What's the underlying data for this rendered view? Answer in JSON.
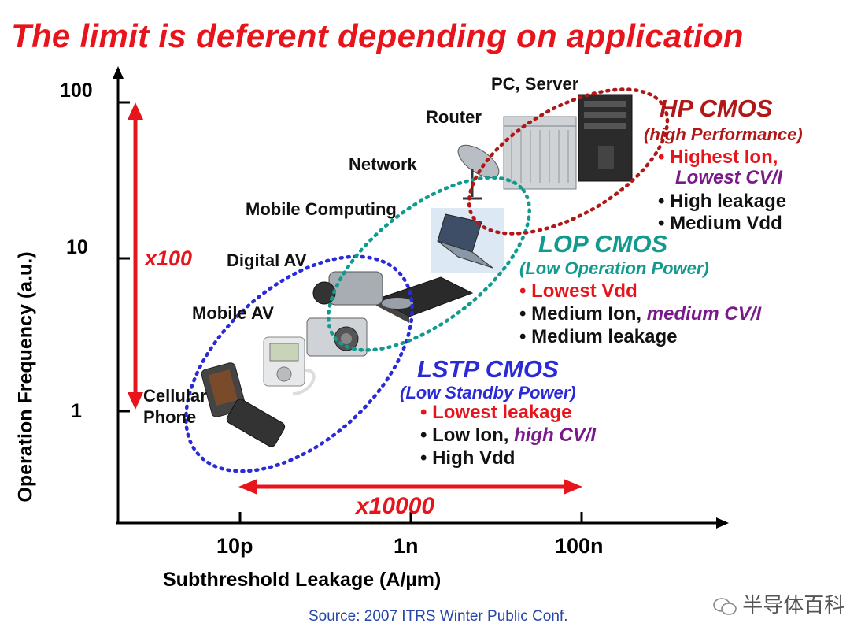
{
  "title": "The limit is deferent depending on application",
  "axes": {
    "y_title": "Operation Frequency (a.u.)",
    "y_ticks": [
      "100",
      "10",
      "1"
    ],
    "x_title": "Subthreshold Leakage (A/µm)",
    "x_ticks": [
      "10p",
      "1n",
      "100n"
    ],
    "y_span_label": "x100",
    "x_span_label": "x10000"
  },
  "devices": {
    "pc_server": "PC, Server",
    "router": "Router",
    "network": "Network",
    "mobile_computing": "Mobile Computing",
    "digital_av": "Digital AV",
    "mobile_av": "Mobile AV",
    "cellular_line1": "Cellular",
    "cellular_line2": "Phone"
  },
  "hp": {
    "title": "HP CMOS",
    "subtitle": "(high Performance)",
    "bullet1_line1": "Highest Ion,",
    "bullet1_line2": "Lowest CV/I",
    "bullet2": "High leakage",
    "bullet3": "Medium Vdd"
  },
  "lop": {
    "title": "LOP CMOS",
    "subtitle": "(Low Operation Power)",
    "bullet1": "Lowest Vdd",
    "bullet2_a": "Medium Ion, ",
    "bullet2_b": "medium CV/I",
    "bullet3": "Medium leakage"
  },
  "lstp": {
    "title": "LSTP CMOS",
    "subtitle": "(Low Standby Power)",
    "bullet1": "Lowest leakage",
    "bullet2_a": "Low Ion, ",
    "bullet2_b": "high CV/I",
    "bullet3": "High Vdd"
  },
  "bullet_char": "•",
  "source": "Source: 2007  ITRS Winter Public Conf.",
  "watermark": "半导体百科",
  "colors": {
    "title_red": "#e8141b",
    "hp_dark_red": "#b01818",
    "lop_teal": "#129a8e",
    "lstp_blue": "#2a2ad6",
    "purple": "#7a1a8a"
  }
}
